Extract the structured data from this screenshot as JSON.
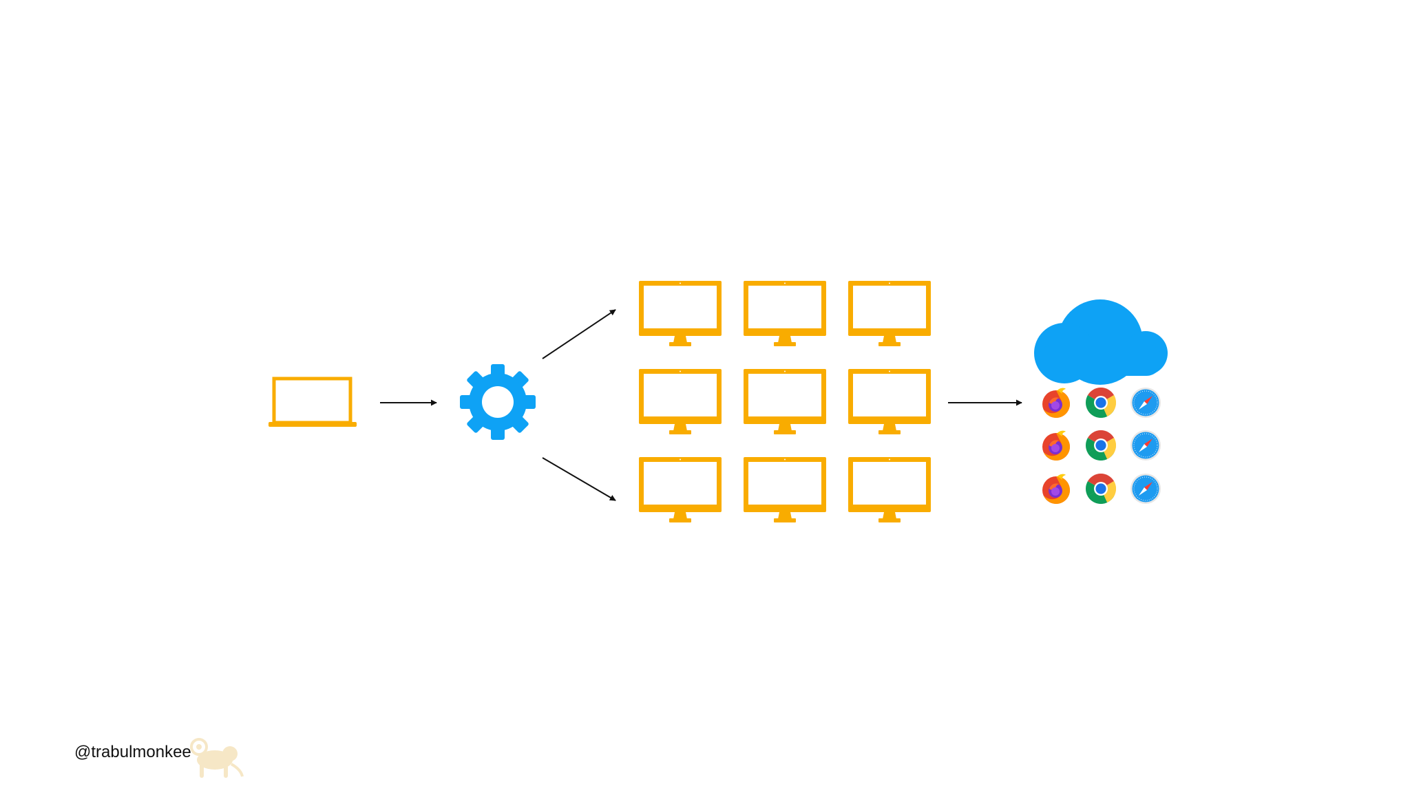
{
  "colors": {
    "device": "#F9AC00",
    "gear": "#0EA2F5",
    "cloud": "#0EA2F5",
    "arrow": "#111111",
    "watermark": "#F6E7C6"
  },
  "nodes": {
    "developer_machine": {
      "icon": "laptop-icon"
    },
    "build_system": {
      "icon": "gear-icon"
    },
    "test_machines": {
      "icon": "desktop-monitor-icon",
      "rows": 3,
      "columns": 3
    },
    "cloud_service": {
      "icon": "cloud-icon"
    },
    "browsers": {
      "rows": 3,
      "icons": [
        "firefox-icon",
        "chrome-icon",
        "safari-icon"
      ]
    }
  },
  "footer": {
    "handle": "@trabulmonkee",
    "logo": "monkey-logo-icon"
  }
}
